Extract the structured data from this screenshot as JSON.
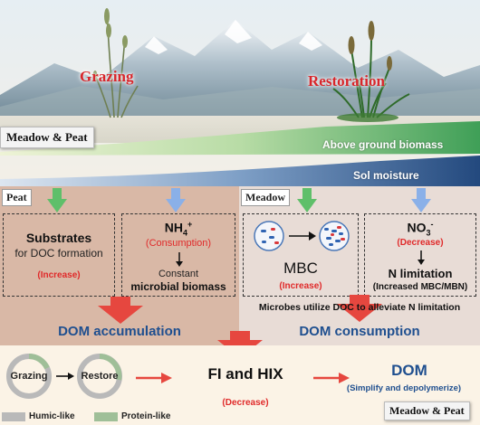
{
  "landscape": {
    "grazing_label": "Grazing",
    "restoration_label": "Restoration",
    "site_tag": "Meadow & Peat",
    "band_biomass": "Above ground biomass",
    "band_moisture": "Sol moisture"
  },
  "peat": {
    "tag": "Peat",
    "substrates": {
      "title": "Substrates",
      "subtitle": "for DOC formation",
      "change": "(Increase)"
    },
    "nh4": {
      "ion": "NH",
      "sub": "4",
      "sup": "+",
      "change": "(Consumption)",
      "line1": "Constant",
      "line2": "microbial biomass"
    },
    "result": "DOM accumulation"
  },
  "meadow": {
    "tag": "Meadow",
    "mbc": {
      "title": "MBC",
      "change": "(Increase)"
    },
    "no3": {
      "ion": "NO",
      "sub": "3",
      "sup": "-",
      "change": "(Decrease)",
      "title": "N limitation",
      "detail": "(Increased MBC/MBN)"
    },
    "note": "Microbes utilize DOC to alleviate N limitation",
    "result": "DOM consumption"
  },
  "bottom": {
    "grazing_ring": "Grazing",
    "restore_ring": "Restore",
    "indices": "FI and HIX",
    "indices_change": "(Decrease)",
    "dom_title": "DOM",
    "dom_detail": "(Simplify and depolymerize)",
    "site_tag": "Meadow & Peat",
    "legend": [
      {
        "label": "Humic-like",
        "color": "#b9b9b9"
      },
      {
        "label": "Protein-like",
        "color": "#9fbf98"
      }
    ]
  },
  "colors": {
    "arrow_red": "#e6473f",
    "arrow_green": "#5fbf6a",
    "arrow_blue": "#8ab0e8",
    "result_blue": "#1f4f8f",
    "accent_red": "#e02a2a"
  }
}
